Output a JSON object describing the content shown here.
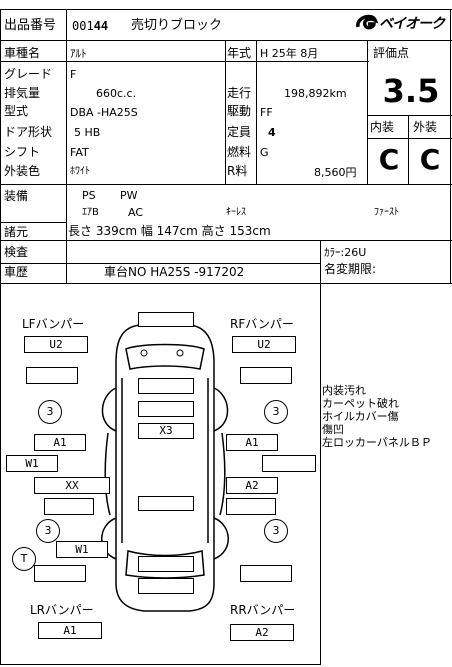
{
  "header": {
    "lot_label": "出品番号",
    "lot_number_prefix": "001",
    "lot_number_bold": "44",
    "sale_type": "売切りブロック",
    "logo_text": "ベイオーク"
  },
  "specs": {
    "model_label": "車種名",
    "model": "ｱﾙﾄ",
    "year_label": "年式",
    "year": "H 25年  8月",
    "grade_label": "グレード",
    "grade": "F",
    "displacement_label": "排気量",
    "displacement": "660c.c.",
    "mileage_label": "走行",
    "mileage": "198,892km",
    "type_label": "型式",
    "type": "DBA -HA25S",
    "drive_label": "駆動",
    "drive": "FF",
    "doors_label": "ドア形状",
    "doors": "5 HB",
    "capacity_label": "定員",
    "capacity": "4",
    "shift_label": "シフト",
    "shift": "FAT",
    "fuel_label": "燃料",
    "fuel": "G",
    "color_label": "外装色",
    "color": "ﾎﾜｲﾄ",
    "recycle_label": "R料",
    "recycle": "8,560円"
  },
  "grade_box": {
    "score_label": "評価点",
    "score": "3.5",
    "interior_label": "内装",
    "exterior_label": "外装",
    "interior": "C",
    "exterior": "C"
  },
  "equipment": {
    "label": "装備",
    "row1": [
      "PS",
      "PW"
    ],
    "row2": [
      "ｴｱB",
      "AC",
      "ｷｰﾚｽ",
      "ﾌｧｰｽﾄ"
    ]
  },
  "dimensions": {
    "label": "諸元",
    "text": "長さ  339cm  幅  147cm  高さ  153cm"
  },
  "inspection": {
    "label": "検査",
    "history_label": "車歴",
    "chassis": "車台NO  HA25S -917202",
    "color_code": "ｶﾗｰ:26U",
    "name_change": "名変期限:"
  },
  "diagram": {
    "lf": "LFバンパー",
    "rf": "RFバンパー",
    "lr": "LRバンパー",
    "rr": "RRバンパー",
    "marks": {
      "lf_bumper": "U2",
      "rf_bumper": "U2",
      "left_front_tire": "3",
      "right_front_tire": "3",
      "roof": "X3",
      "left_front_door": "A1",
      "right_front_door": "A1",
      "left_mirror": "W1",
      "left_rear_door": "XX",
      "right_rear_door": "A2",
      "left_rear_tire": "3",
      "right_rear_tire": "3",
      "left_rear_fender": "W1",
      "spare": "T",
      "lr_bumper": "A1",
      "rr_bumper": "A2"
    }
  },
  "notes": [
    "内装汚れ",
    "カーペット破れ",
    "ホイルカバー傷",
    "傷凹",
    "左ロッカーパネルＢＰ"
  ]
}
